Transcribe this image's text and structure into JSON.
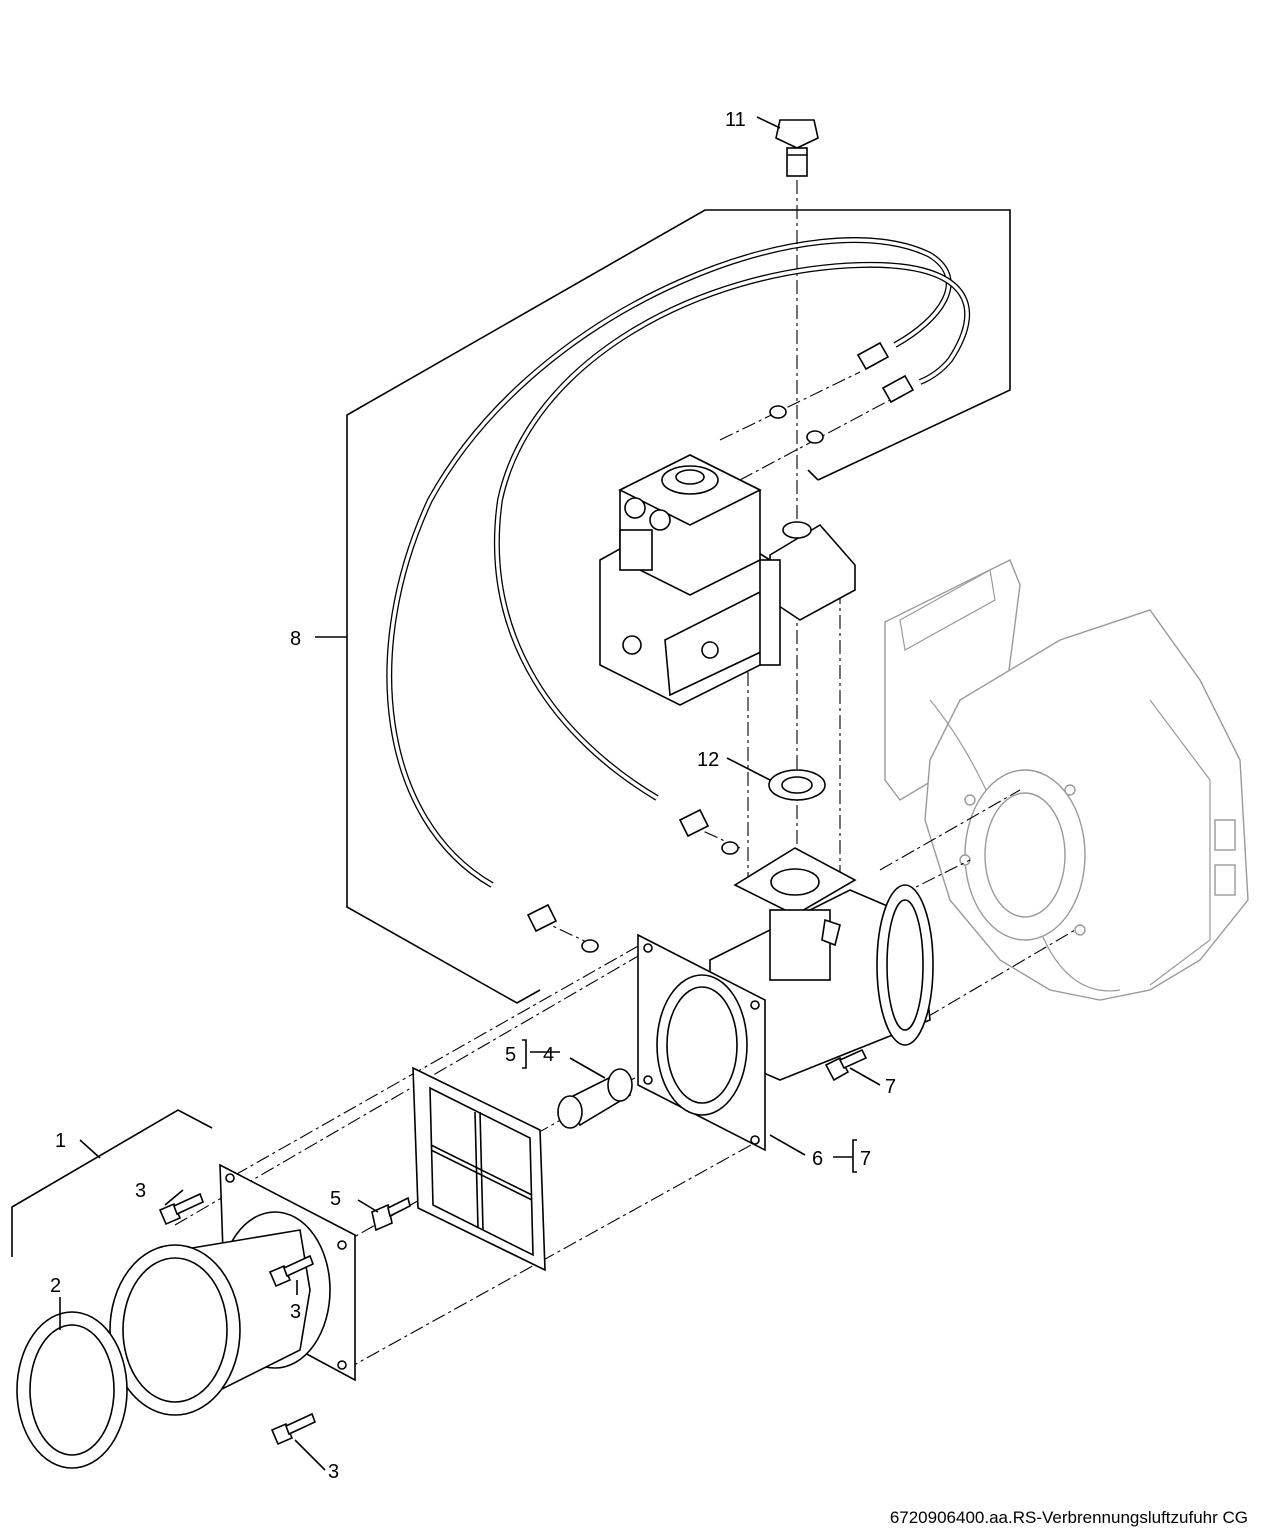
{
  "labels": {
    "p1": "1",
    "p2": "2",
    "p3a": "3",
    "p3b": "3",
    "p3c": "3",
    "p4": "4",
    "p5a": "5",
    "p5b": "5",
    "p6": "6",
    "p7a": "7",
    "p7b": "7",
    "p8": "8",
    "p11": "11",
    "p12": "12"
  },
  "caption": "6720906400.aa.RS-Verbrennungsluftzufuhr CG"
}
